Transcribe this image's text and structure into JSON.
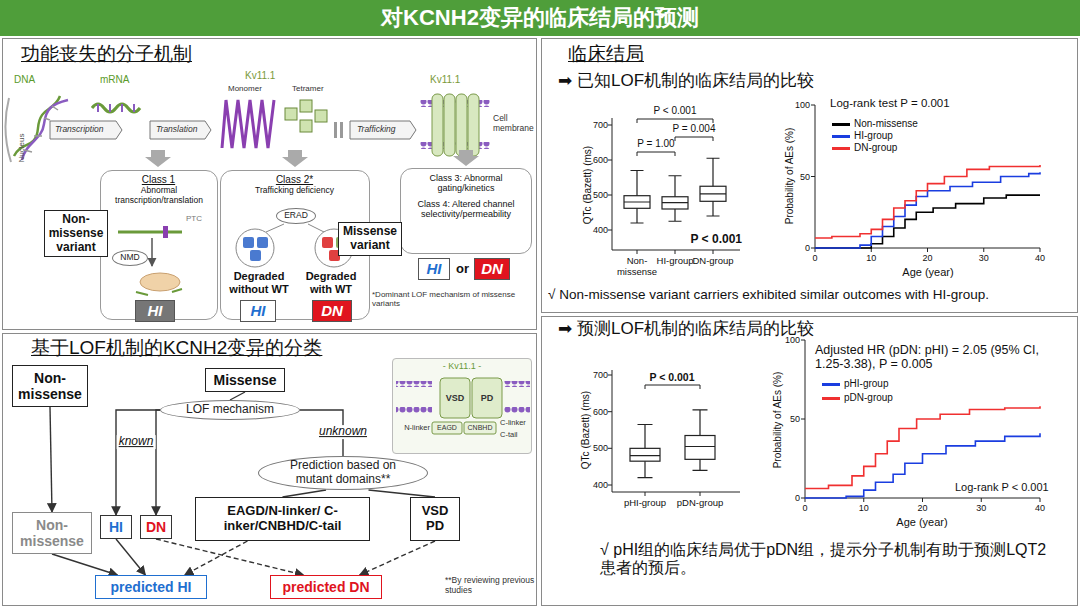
{
  "diagram": {
    "title": "对KCNH2变异的临床结局的预测",
    "nodes": [
      {
        "text": [
          "功能丧失的分子机制"
        ]
      },
      {
        "text": [
          "Class 1",
          "Abnormal transcription/translation"
        ],
        "in": 0
      },
      {
        "text": [
          "NMD"
        ],
        "in": 1
      },
      {
        "text": [
          "Non-missense variant"
        ],
        "in": 0
      },
      {
        "text": [
          "HI"
        ],
        "in": 0
      },
      {
        "text": [
          "Class 2*",
          "Trafficking deficiency"
        ],
        "in": 0
      },
      {
        "text": [
          "ERAD"
        ],
        "in": 5
      },
      {
        "text": [
          "HI"
        ],
        "in": 0
      },
      {
        "text": [
          "DN"
        ],
        "in": 0
      },
      {
        "text": [
          "Class 3: Abnormal gating/kinetics",
          "Class 4: Altered channel selectivity/permeability"
        ],
        "in": 0
      },
      {
        "text": [
          "Missense variant"
        ],
        "in": 0
      },
      {
        "text": [
          "HI"
        ],
        "in": 0
      },
      {
        "text": [
          "DN"
        ],
        "in": 0
      },
      {
        "text": [
          "基于LOF机制的KCNH2变异的分类"
        ]
      },
      {
        "text": [
          "Non-missense"
        ],
        "in": 13
      },
      {
        "text": [
          "Missense"
        ],
        "in": 13
      },
      {
        "text": [
          "LOF mechanism"
        ],
        "in": 13
      },
      {
        "text": [
          "Prediction based on mutant domains**"
        ],
        "in": 13
      },
      {
        "text": [
          "EAGD/N-linker/ C-inker/CNBHD/C-tail"
        ],
        "in": 13
      },
      {
        "text": [
          "VSD PD"
        ],
        "in": 13
      },
      {
        "text": [
          "Non-missense"
        ],
        "in": 13
      },
      {
        "text": [
          "HI"
        ],
        "in": 13
      },
      {
        "text": [
          "DN"
        ],
        "in": 13
      },
      {
        "text": [
          "predicted HI"
        ],
        "in": 13
      },
      {
        "text": [
          "predicted DN"
        ],
        "in": 13
      },
      {
        "text": [
          "- Kv11.1 -"
        ],
        "in": 13
      },
      {
        "text": [
          "临床结局",
          "➡ 已知LOF机制的临床结局的比较",
          "√ Non-missense variant carriers exhibited similar outcomes with HI-group."
        ]
      },
      {
        "text": [
          "➡ 预测LOF机制的临床结局的比较",
          "√ pHI组的临床结局优于pDN组，提示分子机制有助于预测LQT2患者的预后。"
        ]
      }
    ],
    "edges": [
      {
        "from": 14,
        "to": 20,
        "arrow": "to"
      },
      {
        "from": 15,
        "to": 16,
        "arrow": "none"
      },
      {
        "from": 16,
        "to": 21,
        "arrow": "to"
      },
      {
        "from": 16,
        "to": 22,
        "arrow": "to"
      },
      {
        "from": 16,
        "to": 17,
        "arrow": "none"
      },
      {
        "from": 17,
        "to": 18,
        "arrow": "none"
      },
      {
        "from": 17,
        "to": 19,
        "arrow": "none"
      },
      {
        "from": 20,
        "to": 23,
        "arrow": "to"
      },
      {
        "from": 21,
        "to": 23,
        "arrow": "to"
      },
      {
        "from": 22,
        "to": 24,
        "arrow": "to"
      },
      {
        "from": 18,
        "to": 23,
        "arrow": "to"
      },
      {
        "from": 19,
        "to": 24,
        "arrow": "to"
      }
    ],
    "labels": [
      "DNA",
      "Nucleus",
      "Transcription",
      "mRNA",
      "Translation",
      "Kv11.1",
      "Monomer",
      "Tetramer",
      "Trafficking",
      "Kv11.1",
      "Cell membrane",
      "PTC",
      "Degraded without WT",
      "Degraded with WT",
      "or",
      "*Dominant LOF mechanism of missense variants",
      "known",
      "unknown",
      "VSD",
      "PD",
      "N-linker",
      "EAGD",
      "CNBHD",
      "C-linker",
      "C-tail",
      "**By reviewing previous studies",
      "P < 0.001",
      "P = 0.004",
      "P = 1.00",
      "QTc (Bazett) (ms)",
      "700",
      "600",
      "500",
      "400",
      "P < 0.001",
      "Non-missense",
      "HI-group",
      "DN-group",
      "Log-rank test P = 0.001",
      "Probability of AEs (%)",
      "100",
      "50",
      "0",
      "0",
      "10",
      "20",
      "30",
      "40",
      "Age (year)",
      "P < 0.001",
      "QTc (Bazett) (ms)",
      "700",
      "600",
      "500",
      "400",
      "pHI-group",
      "pDN-group",
      "Adjusted HR (pDN: pHI) = 2.05 (95% CI, 1.25-3.38), P = 0.005",
      "Probability of AEs (%)",
      "100",
      "50",
      "0",
      "Log-rank P < 0.001",
      "0",
      "10",
      "20",
      "30",
      "40",
      "Age (year)"
    ],
    "legend": [
      {
        "text": "Non-missense",
        "color": "#000000"
      },
      {
        "text": "HI-group",
        "color": "#1a3de0"
      },
      {
        "text": "DN-group",
        "color": "#f03030"
      },
      {
        "text": "pHI-group",
        "color": "#1a3de0"
      },
      {
        "text": "pDN-group",
        "color": "#f03030"
      }
    ]
  }
}
